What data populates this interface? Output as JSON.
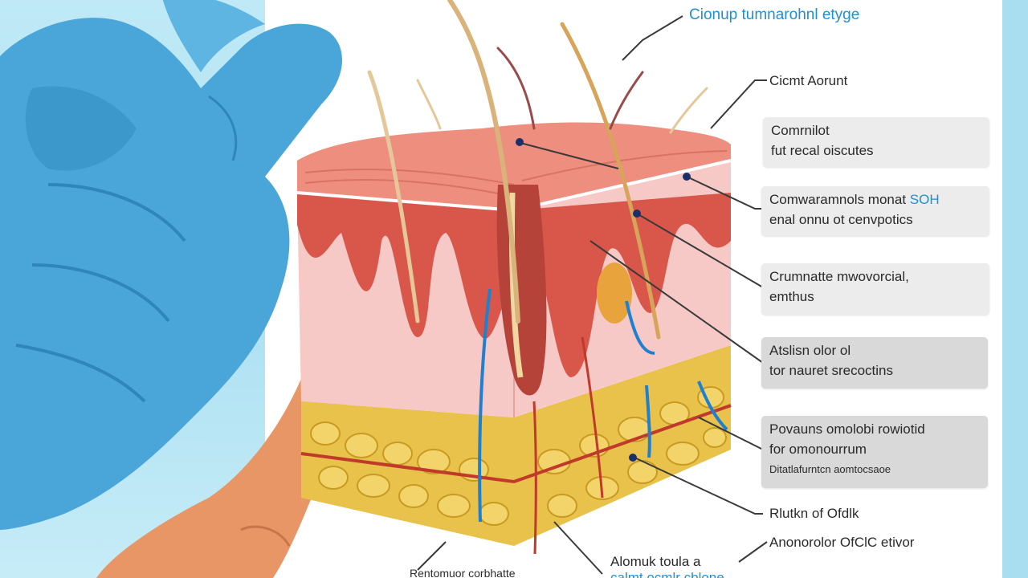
{
  "title": "Cionup tumnarohnl etyge",
  "labels": {
    "l1": "Cicmt Aorunt",
    "l2_line1": "Comrnilot",
    "l2_line2": "fut recal oiscutes",
    "l3_line1": "Comwaramnols monat",
    "l3_accent": "SOH",
    "l3_line2": "enal onnu ot cenvpotics",
    "l4_line1": "Crumnatte mwovorcial,",
    "l4_line2": "emthus",
    "l5_line1": "Atslisn olor ol",
    "l5_line2": "tor nauret srecoctins",
    "l6_line1": "Povauns omolobi rowiotid",
    "l6_line2": "for omonourrum",
    "l6_line3": "Ditatlafurntcn aomtocsaoe",
    "l7": "Rlutkn of Ofdlk",
    "l8": "Anonorolor OfClC etivor",
    "l9_line1": "Alomuk toula a",
    "l9_line2": "calmt ocmlr cblone",
    "l10": "Rentomuor corbhatte"
  },
  "colors": {
    "accent": "#1f8fd6",
    "glove": "#4aa6d8",
    "skin_top": "#e98a7a",
    "fat": "#e8c24a",
    "background_panel": "#aee1f3"
  }
}
